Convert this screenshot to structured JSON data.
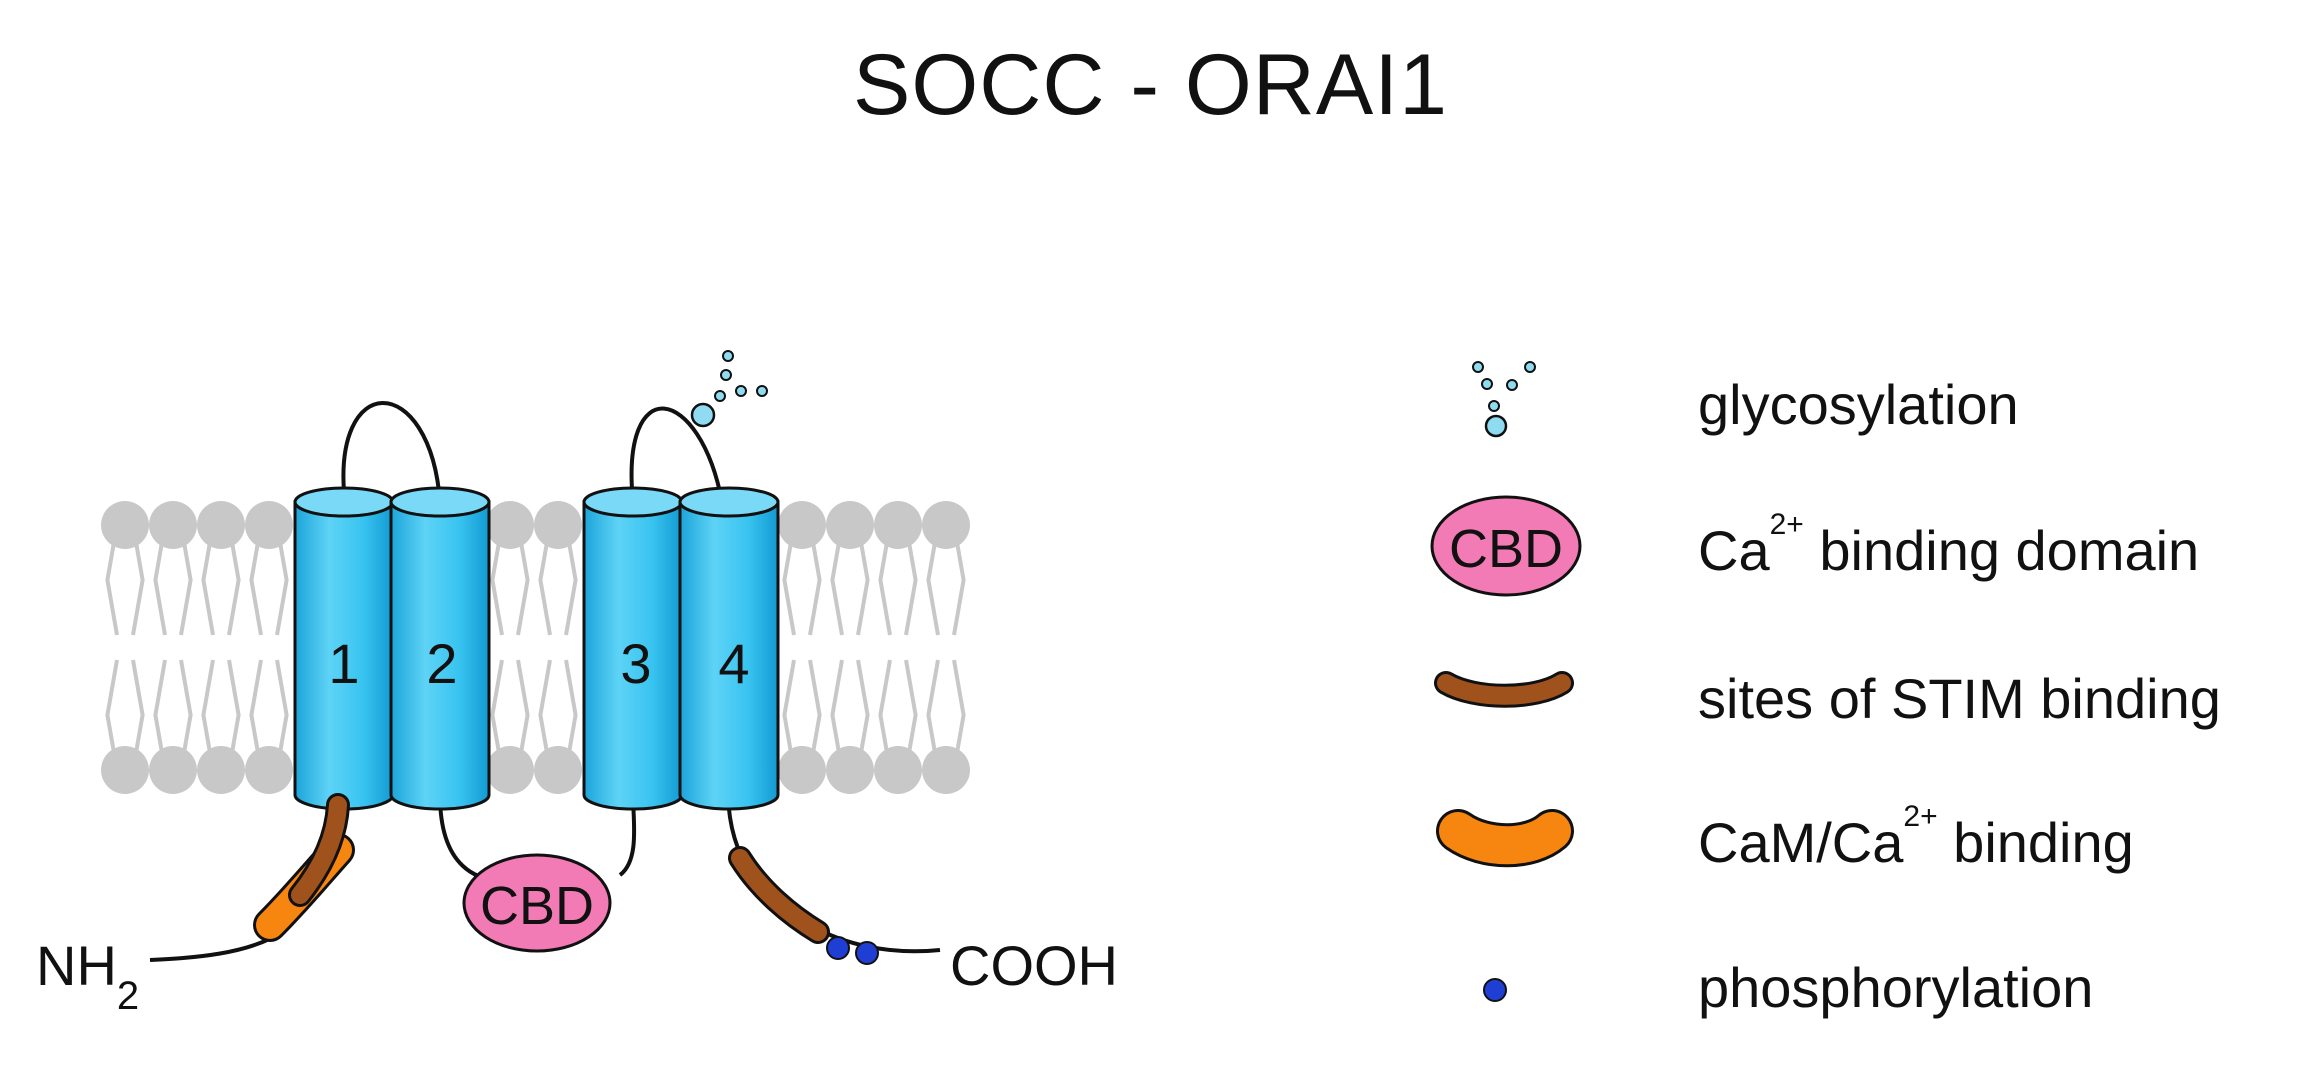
{
  "title": "SOCC - ORAI1",
  "helices": [
    "1",
    "2",
    "3",
    "4"
  ],
  "cbd_label": "CBD",
  "n_terminus": {
    "base": "NH",
    "sub": "2"
  },
  "c_terminus": "COOH",
  "legend": [
    {
      "symbol": "glycosylation-icon",
      "label": "glycosylation"
    },
    {
      "symbol": "cbd-icon",
      "symbol_text": "CBD",
      "label_pre": "Ca",
      "label_sup": "2+",
      "label_post": " binding domain"
    },
    {
      "symbol": "stim-site-icon",
      "label": "sites of STIM binding"
    },
    {
      "symbol": "cam-site-icon",
      "label_pre": "CaM/Ca",
      "label_sup": "2+",
      "label_post": " binding"
    },
    {
      "symbol": "phosphorylation-icon",
      "label": "phosphorylation"
    }
  ],
  "colors": {
    "helix": "#35c2f0",
    "helix_dark": "#1ba3d8",
    "lipid": "#c8c8c8",
    "cbd": "#f27bb5",
    "stim": "#a0521c",
    "cam": "#f6860f",
    "phospho": "#1f3fd4",
    "glyco": "#8fdcf2"
  }
}
